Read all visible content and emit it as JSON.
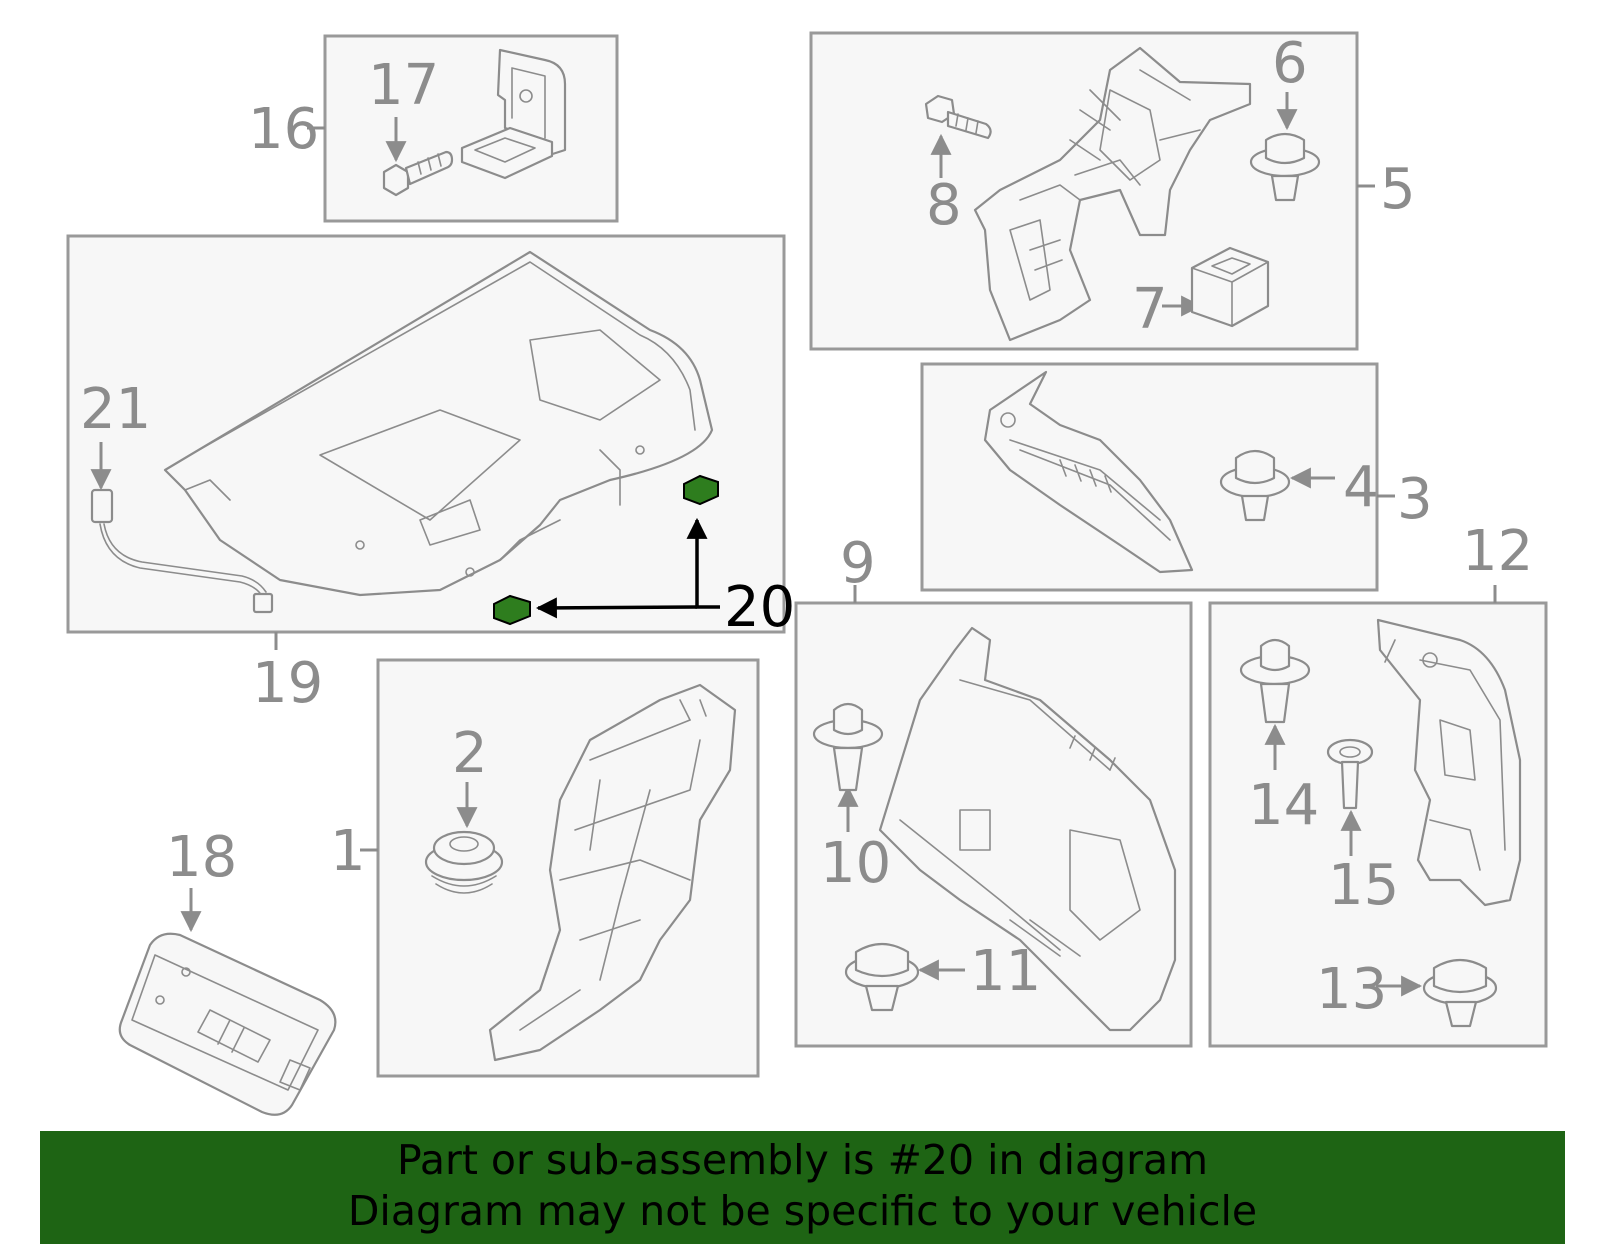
{
  "callouts": {
    "c1": "1",
    "c2": "2",
    "c3": "3",
    "c4": "4",
    "c5": "5",
    "c6": "6",
    "c7": "7",
    "c8": "8",
    "c9": "9",
    "c10": "10",
    "c11": "11",
    "c12": "12",
    "c13": "13",
    "c14": "14",
    "c15": "15",
    "c16": "16",
    "c17": "17",
    "c18": "18",
    "c19": "19",
    "c20": "20",
    "c21": "21"
  },
  "highlighted_part": "20",
  "colors": {
    "banner_background": "#1e6414",
    "highlight_part": "#2e7d1e",
    "line_art": "#8c8c8c"
  },
  "banner": {
    "line1": "Part or sub-assembly is #20 in diagram",
    "line2": "Diagram may not be specific to your vehicle"
  }
}
